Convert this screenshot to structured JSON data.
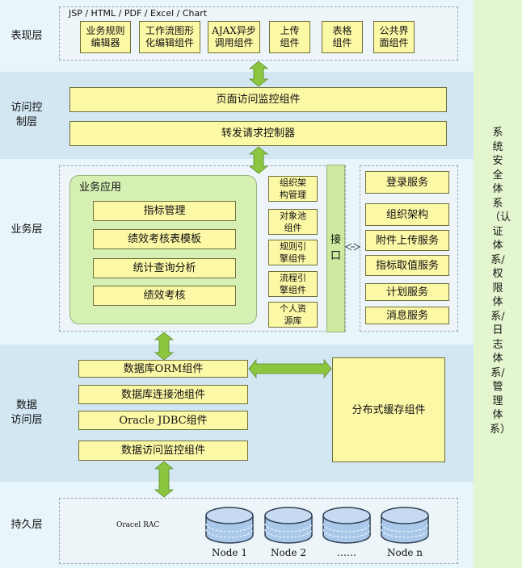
{
  "layers": {
    "presentation": "表现层",
    "access_control": "访问控\n制层",
    "business": "业务层",
    "data_access": "数据\n访问层",
    "persistence": "持久层"
  },
  "security_system": "系统安全体系（认证体系/权限体系/日志体系/管理体系）",
  "presentation": {
    "formats": "JSP / HTML / PDF / Excel / Chart",
    "components": [
      "业务规则\n编辑器",
      "工作流图形\n化编辑组件",
      "AJAX异步\n调用组件",
      "上传\n组件",
      "表格\n组件",
      "公共界\n面组件"
    ]
  },
  "access_control": {
    "page_monitor": "页面访问监控组件",
    "forward_controller": "转发请求控制器"
  },
  "business": {
    "app_title": "业务应用",
    "apps": [
      "指标管理",
      "绩效考核表模板",
      "统计查询分析",
      "绩效考核"
    ],
    "components": [
      "组织架\n构管理",
      "对象池\n组件",
      "规则引\n擎组件",
      "流程引\n擎组件",
      "个人资\n源库"
    ],
    "interface": [
      "接",
      "口"
    ],
    "services": [
      "登录服务",
      "组织架构",
      "附件上传服务",
      "指标取值服务",
      "计划服务",
      "消息服务"
    ]
  },
  "data_access": {
    "components": [
      "数据库ORM组件",
      "数据库连接池组件",
      "Oracle JDBC组件",
      "数据访问监控组件"
    ],
    "cache": "分布式缓存组件"
  },
  "persistence": {
    "rac": "Oracel RAC",
    "nodes": [
      "Node 1",
      "Node 2",
      "……",
      "Node n"
    ]
  },
  "colors": {
    "band_blue": "#d3e7f3",
    "box_yellow": "#fbf8a6",
    "app_green": "#d6f0b4",
    "security_green": "#e4f6cf",
    "arrow_green": "#8cc63f",
    "db_blue": "#a9c8ea"
  }
}
